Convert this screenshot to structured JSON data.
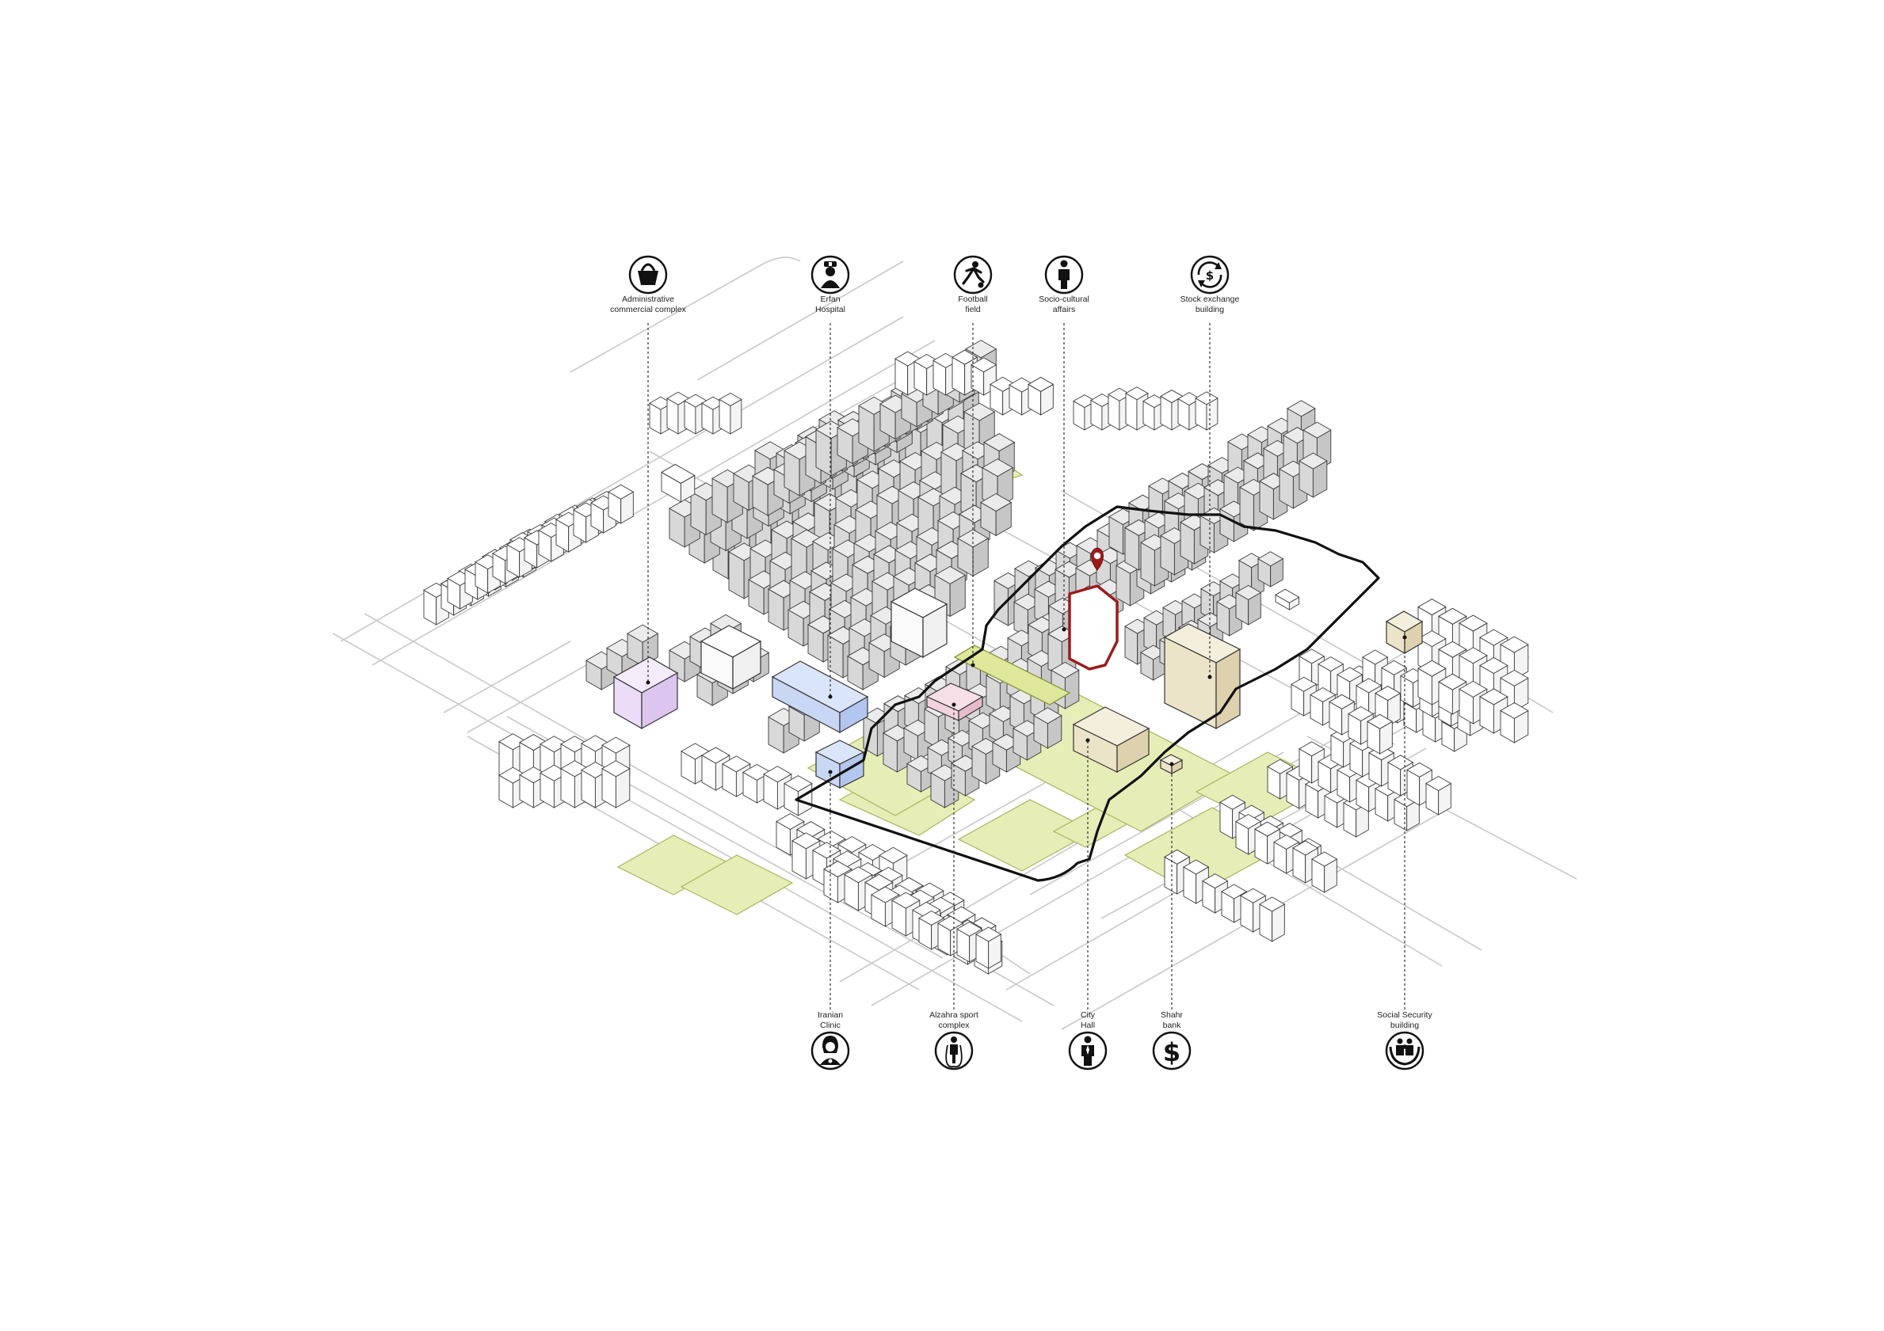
{
  "labels": {
    "top": [
      {
        "id": "admin",
        "line1": "Administrative",
        "line2": "commercial complex",
        "icon": "shopping-basket-icon"
      },
      {
        "id": "erfan",
        "line1": "Erfan",
        "line2": "Hospital",
        "icon": "nurse-icon"
      },
      {
        "id": "football",
        "line1": "Football",
        "line2": "field",
        "icon": "football-player-icon"
      },
      {
        "id": "socio",
        "line1": "Socio-cultural",
        "line2": "affairs",
        "icon": "person-icon"
      },
      {
        "id": "stock",
        "line1": "Stock exchange",
        "line2": "building",
        "icon": "currency-exchange-icon"
      }
    ],
    "bottom": [
      {
        "id": "clinic",
        "line1": "Iranian",
        "line2": "Clinic",
        "icon": "doctor-icon"
      },
      {
        "id": "alzahra",
        "line1": "Alzahra sport",
        "line2": "complex",
        "icon": "jump-rope-icon"
      },
      {
        "id": "cityhall",
        "line1": "City",
        "line2": "Hall",
        "icon": "businessman-icon"
      },
      {
        "id": "bank",
        "line1": "Shahr",
        "line2": "bank",
        "icon": "dollar-icon"
      },
      {
        "id": "social",
        "line1": "Social Security",
        "line2": "building",
        "icon": "family-care-icon"
      }
    ]
  },
  "colors": {
    "admin": "#ecdcf7",
    "hospital": "#c9d7f5",
    "clinic": "#c9d7f5",
    "sport": "#f2d2de",
    "football": "#dfe79a",
    "cityhall": "#ece4c8",
    "stock": "#ece4c8",
    "bank": "#ece4c8",
    "social": "#ece4c8",
    "green_space": "#e7edb6",
    "site_marker": "#9b1b1b",
    "context_building": "#e8e8e8"
  },
  "marker": {
    "icon": "location-pin-icon"
  }
}
